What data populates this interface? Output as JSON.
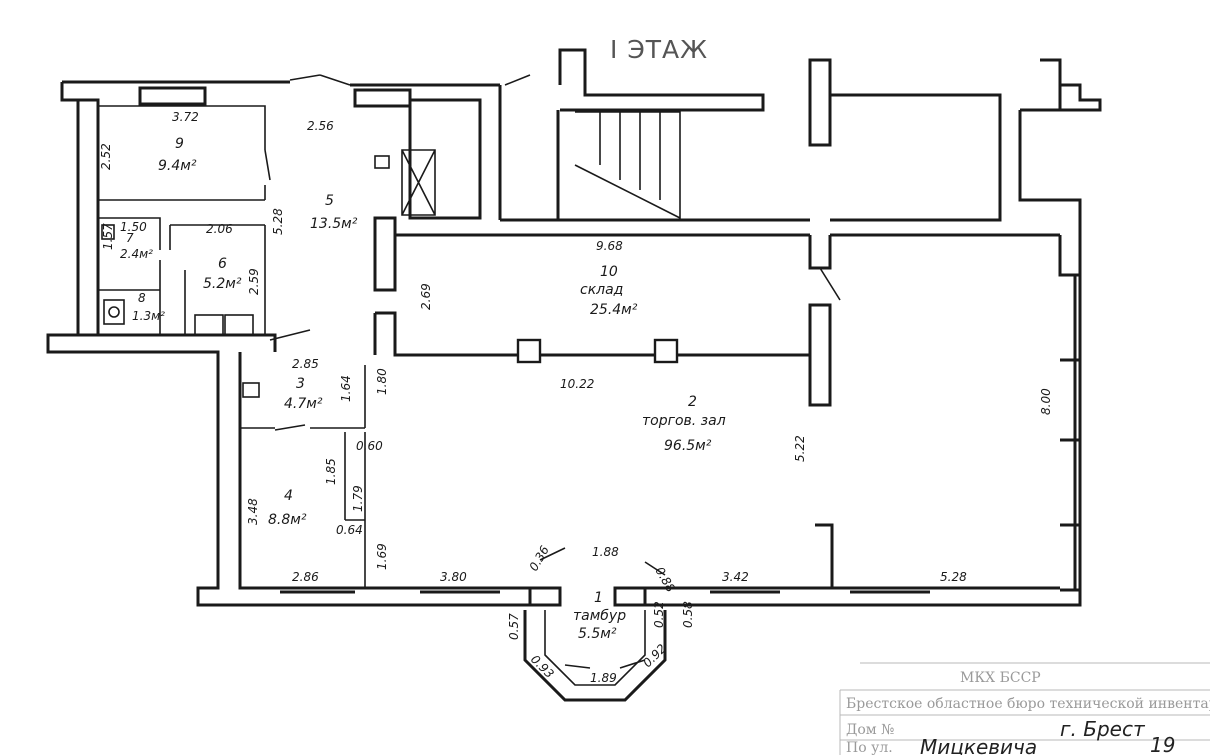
{
  "plan": {
    "title": "I ЭТАЖ",
    "rooms": {
      "r9": {
        "number": "9",
        "area": "9.4м²"
      },
      "r5": {
        "number": "5",
        "area": "13.5м²"
      },
      "r7": {
        "number": "7",
        "area": "2.4м²"
      },
      "r6": {
        "number": "6",
        "area": "5.2м²"
      },
      "r8": {
        "number": "8",
        "area": "1.3м²"
      },
      "r10": {
        "number": "10",
        "name": "склад",
        "area": "25.4м²"
      },
      "r3": {
        "number": "3",
        "area": "4.7м²"
      },
      "r2": {
        "number": "2",
        "name": "торгов. зал",
        "area": "96.5м²"
      },
      "r4": {
        "number": "4",
        "area": "8.8м²"
      },
      "r1": {
        "number": "1",
        "name": "тамбур",
        "area": "5.5м²"
      }
    },
    "dimensions": {
      "d372": "3.72",
      "d252": "2.52",
      "d256": "2.56",
      "d528a": "5.28",
      "d157": "1.57",
      "d150": "1.50",
      "d206": "2.06",
      "d259": "2.59",
      "d968": "9.68",
      "d269": "2.69",
      "d285": "2.85",
      "d164": "1.64",
      "d180": "1.80",
      "d1022": "10.22",
      "d522": "5.22",
      "d800": "8.00",
      "d060": "0.60",
      "d185": "1.85",
      "d179": "1.79",
      "d348": "3.48",
      "d064": "0.64",
      "d169": "1.69",
      "d286": "2.86",
      "d380": "3.80",
      "d036": "0.36",
      "d188": "1.88",
      "d088": "0.88",
      "d342": "3.42",
      "d528b": "5.28",
      "d057": "0.57",
      "d052": "0.52",
      "d058": "0.58",
      "d093": "0.93",
      "d092": "0.92",
      "d189": "1.89"
    }
  },
  "stamp": {
    "line1": "МКХ БССР",
    "line2": "Брестское областное бюро технической инвентаризации",
    "line3_label": "Дом №",
    "line3_value": "г. Брест",
    "line4_label": "По ул.",
    "line4_value": "Мицкевича",
    "house_number": "19"
  }
}
